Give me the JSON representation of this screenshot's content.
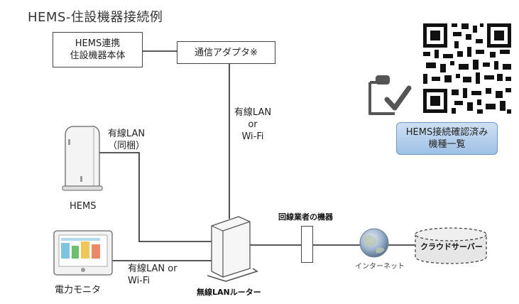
{
  "title": "HEMS-住設機器接続例",
  "nodes": {
    "hems_device_line1": "HEMS連携",
    "hems_device_line2": "住設機器本体",
    "adapter": "通信アダプタ※",
    "hems": "HEMS",
    "power_monitor": "電力モニタ",
    "router": "無線LANルーター",
    "isp_device": "回線業者の機器",
    "internet": "インターネット",
    "cloud_server": "クラウドサーバー"
  },
  "links": {
    "adapter_router_line1": "有線LAN",
    "adapter_router_line2": "or",
    "adapter_router_line3": "Wi-Fi",
    "hems_router_line1": "有線LAN",
    "hems_router_line2": "（同梱）",
    "monitor_router_line1": "有線LAN or",
    "monitor_router_line2": "Wi-Fi"
  },
  "qr_button": {
    "line1": "HEMS接続確認済み",
    "line2": "機種一覧"
  },
  "colors": {
    "button_fill": "#b7d0ee",
    "button_border": "#6f98c7",
    "line": "#222222"
  },
  "icons": [
    "clipboard-check-icon",
    "qr-code-icon",
    "globe-icon",
    "cloud-server-icon",
    "router-icon",
    "hems-device-icon",
    "power-monitor-icon"
  ]
}
